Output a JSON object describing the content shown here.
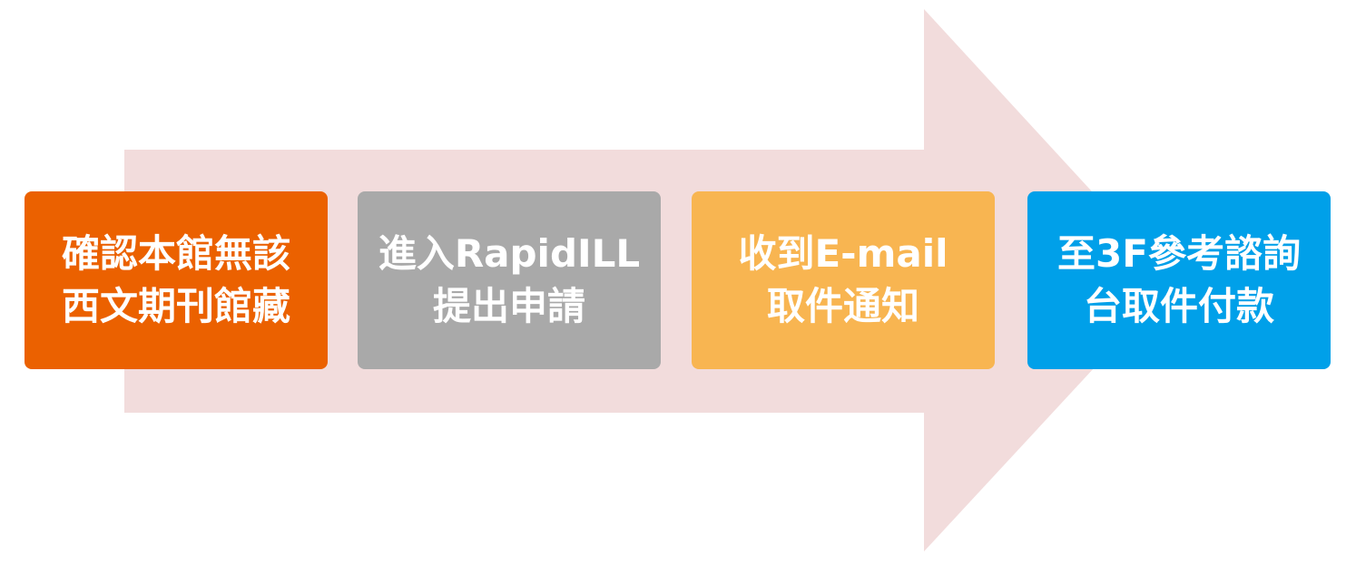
{
  "colors": {
    "arrow": "#f2dcdc",
    "step_1": "#eb6100",
    "step_2": "#a9a9a9",
    "step_3": "#f8b551",
    "step_4": "#00a0e9"
  },
  "steps": [
    {
      "line1": "確認本館無該",
      "line2": "西文期刊館藏"
    },
    {
      "line1": "進入RapidILL",
      "line2": "提出申請"
    },
    {
      "line1": "收到E-mail",
      "line2": "取件通知"
    },
    {
      "line1": "至3F參考諮詢",
      "line2": "台取件付款"
    }
  ]
}
